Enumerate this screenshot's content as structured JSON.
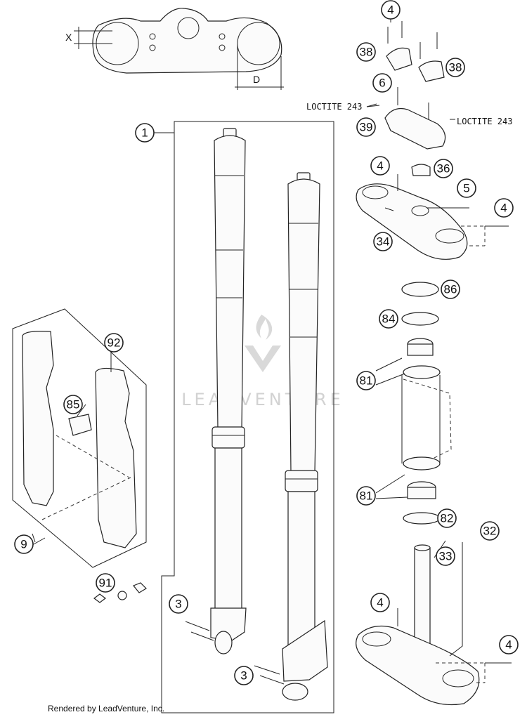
{
  "diagram": {
    "callouts": {
      "c1": "1",
      "c3a": "3",
      "c3b": "3",
      "c4a": "4",
      "c4b": "4",
      "c4c": "4",
      "c4d": "4",
      "c4e": "4",
      "c5": "5",
      "c6": "6",
      "c9": "9",
      "c32": "32",
      "c33": "33",
      "c34": "34",
      "c36": "36",
      "c38a": "38",
      "c38b": "38",
      "c39": "39",
      "c81a": "81",
      "c81b": "81",
      "c82": "82",
      "c84": "84",
      "c85": "85",
      "c86": "86",
      "c91": "91",
      "c92": "92"
    },
    "labels": {
      "loctite_left": "LOCTITE 243",
      "loctite_right": "LOCTITE 243",
      "dim_x": "X",
      "dim_d": "D"
    },
    "watermark": "LEADVENTURE",
    "credit": "Rendered by LeadVenture, Inc."
  }
}
